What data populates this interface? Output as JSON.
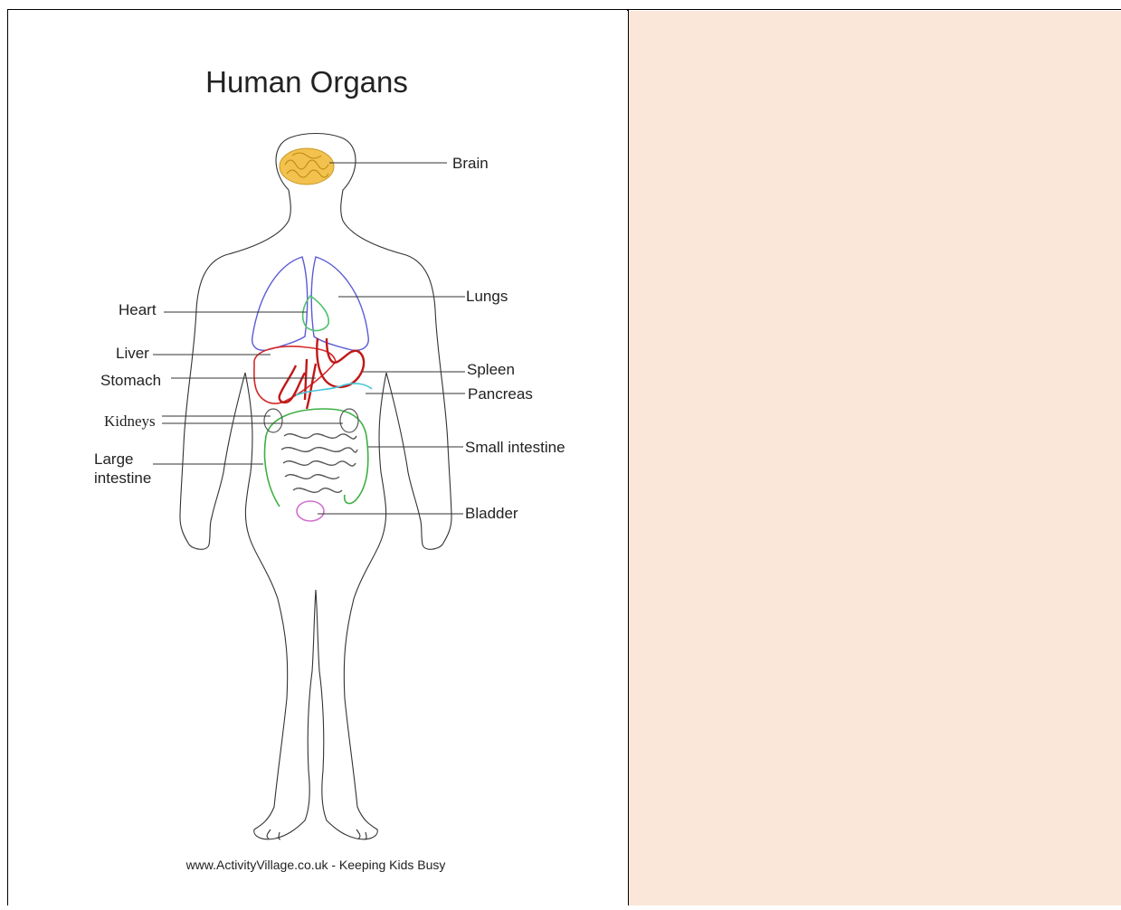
{
  "diagram": {
    "title": "Human Organs",
    "footer": "www.ActivityVillage.co.uk - Keeping Kids Busy",
    "labels": {
      "brain": "Brain",
      "lungs": "Lungs",
      "heart": "Heart",
      "liver": "Liver",
      "stomach": "Stomach",
      "spleen": "Spleen",
      "pancreas": "Pancreas",
      "kidneys": "Kidneys",
      "small_intestine": "Small intestine",
      "large_intestine_1": "Large",
      "large_intestine_2": "intestine",
      "bladder": "Bladder"
    },
    "colors": {
      "brain": "#f2c14e",
      "lungs": "#5b5bd6",
      "heart": "#4cc36b",
      "liver": "#d42a2a",
      "stomach": "#c01818",
      "pancreas": "#44c7d6",
      "large_intestine": "#3cb043",
      "small_intestine": "#555555",
      "bladder": "#d070d0",
      "panel_background": "#fbe7d9"
    }
  }
}
